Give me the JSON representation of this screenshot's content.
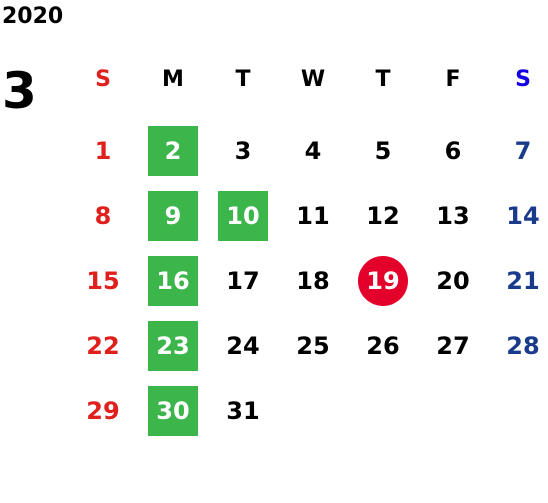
{
  "calendar": {
    "year": "2020",
    "month": "3",
    "weekdays": [
      "S",
      "M",
      "T",
      "W",
      "T",
      "F",
      "S"
    ],
    "colors": {
      "sunday": "#e0201d",
      "saturday": "#1a3a8c",
      "saturday_header": "#1400e0",
      "weekday": "#000000",
      "highlight_green": "#3cb54a",
      "today_red": "#e3002b"
    },
    "weeks": [
      [
        {
          "day": "1",
          "mark": ""
        },
        {
          "day": "2",
          "mark": "green"
        },
        {
          "day": "3",
          "mark": ""
        },
        {
          "day": "4",
          "mark": ""
        },
        {
          "day": "5",
          "mark": ""
        },
        {
          "day": "6",
          "mark": ""
        },
        {
          "day": "7",
          "mark": ""
        }
      ],
      [
        {
          "day": "8",
          "mark": ""
        },
        {
          "day": "9",
          "mark": "green"
        },
        {
          "day": "10",
          "mark": "green"
        },
        {
          "day": "11",
          "mark": ""
        },
        {
          "day": "12",
          "mark": ""
        },
        {
          "day": "13",
          "mark": ""
        },
        {
          "day": "14",
          "mark": ""
        }
      ],
      [
        {
          "day": "15",
          "mark": ""
        },
        {
          "day": "16",
          "mark": "green"
        },
        {
          "day": "17",
          "mark": ""
        },
        {
          "day": "18",
          "mark": ""
        },
        {
          "day": "19",
          "mark": "red-circle"
        },
        {
          "day": "20",
          "mark": ""
        },
        {
          "day": "21",
          "mark": ""
        }
      ],
      [
        {
          "day": "22",
          "mark": ""
        },
        {
          "day": "23",
          "mark": "green"
        },
        {
          "day": "24",
          "mark": ""
        },
        {
          "day": "25",
          "mark": ""
        },
        {
          "day": "26",
          "mark": ""
        },
        {
          "day": "27",
          "mark": ""
        },
        {
          "day": "28",
          "mark": ""
        }
      ],
      [
        {
          "day": "29",
          "mark": ""
        },
        {
          "day": "30",
          "mark": "green"
        },
        {
          "day": "31",
          "mark": ""
        },
        {
          "day": "",
          "mark": ""
        },
        {
          "day": "",
          "mark": ""
        },
        {
          "day": "",
          "mark": ""
        },
        {
          "day": "",
          "mark": ""
        }
      ]
    ]
  }
}
